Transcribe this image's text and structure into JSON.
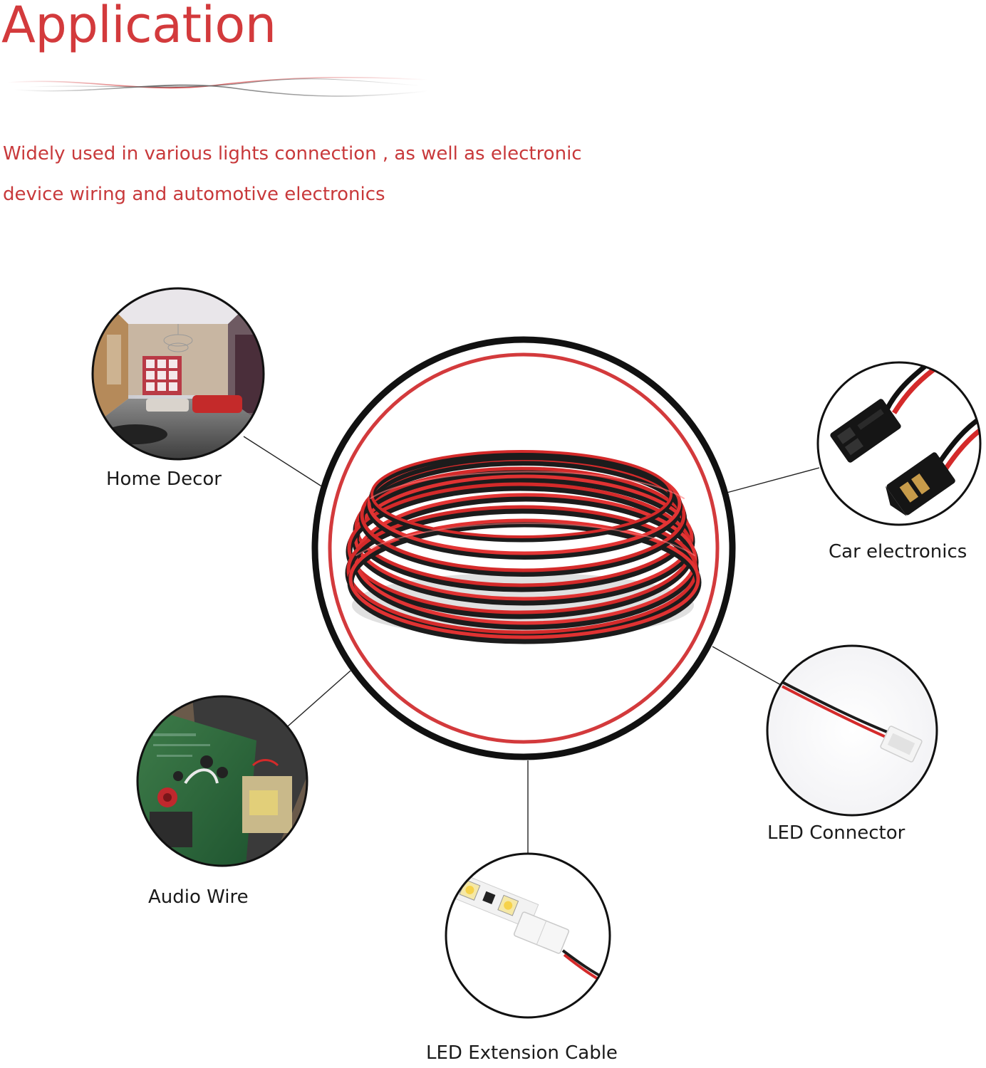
{
  "header": {
    "title": "Application",
    "description_line1": "Widely used in various lights connection , as well as electronic",
    "description_line2": "device wiring and automotive electronics"
  },
  "center": {
    "product": "red-black-2-conductor-wire-coil",
    "colors": {
      "accent": "#d33a3c",
      "wire_red": "#d42a2a",
      "wire_black": "#1c1c1c"
    }
  },
  "applications": [
    {
      "label": "Home Decor",
      "image": "living-room-image"
    },
    {
      "label": "Car electronics",
      "image": "black-connector-image"
    },
    {
      "label": "LED Connector",
      "image": "led-connector-image"
    },
    {
      "label": "Audio Wire",
      "image": "amplifier-board-image"
    },
    {
      "label": "LED Extension Cable",
      "image": "led-strip-image"
    }
  ]
}
